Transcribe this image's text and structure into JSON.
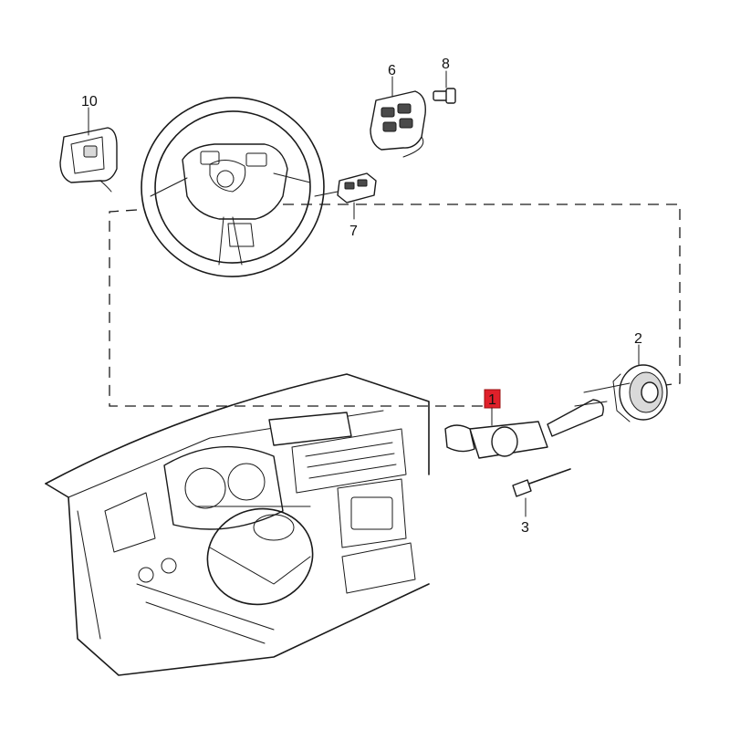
{
  "diagram": {
    "highlight_color": "#e0202a",
    "line_color": "#1a1a1a",
    "labels": {
      "p1": "1",
      "p2": "2",
      "p3": "3",
      "p6": "6",
      "p7": "7",
      "p8": "8",
      "p10": "10"
    }
  }
}
